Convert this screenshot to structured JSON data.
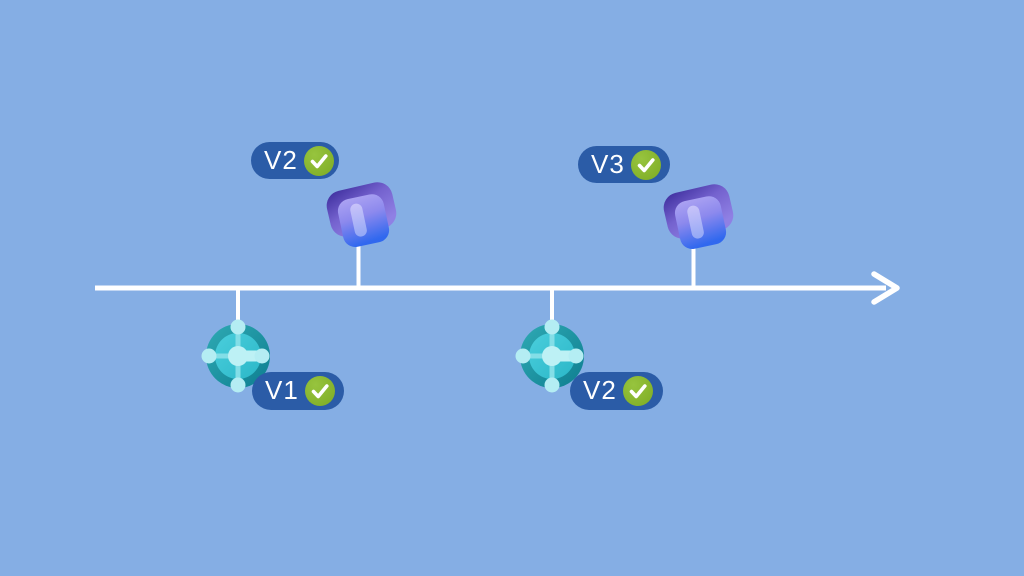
{
  "diagram": {
    "title_semantic": "Version timeline with Dataverse and API connector release markers",
    "background_color": "#85AEE4",
    "timeline": {
      "axis_color": "#FFFFFF",
      "direction": "right-arrow"
    },
    "colors": {
      "badge_blue": "#2B5CA7",
      "check_green": "#88B72F",
      "check_mark": "#FFFFFF",
      "dataverse_indigo": "#3C2C9C",
      "dataverse_purple": "#8F80E4",
      "dataverse_blue": "#2E66EF",
      "hub_ring_teal": "#17899A",
      "hub_disc_turquoise": "#35C3CF",
      "hub_node_cyan": "#B4EDF3"
    },
    "markers": [
      {
        "label": "V2",
        "status": "checked",
        "placement": "above",
        "icon": "dataverse-icon"
      },
      {
        "label": "V3",
        "status": "checked",
        "placement": "above",
        "icon": "dataverse-icon"
      },
      {
        "label": "V1",
        "status": "checked",
        "placement": "below",
        "icon": "api-connector-icon"
      },
      {
        "label": "V2",
        "status": "checked",
        "placement": "below",
        "icon": "api-connector-icon"
      }
    ]
  }
}
